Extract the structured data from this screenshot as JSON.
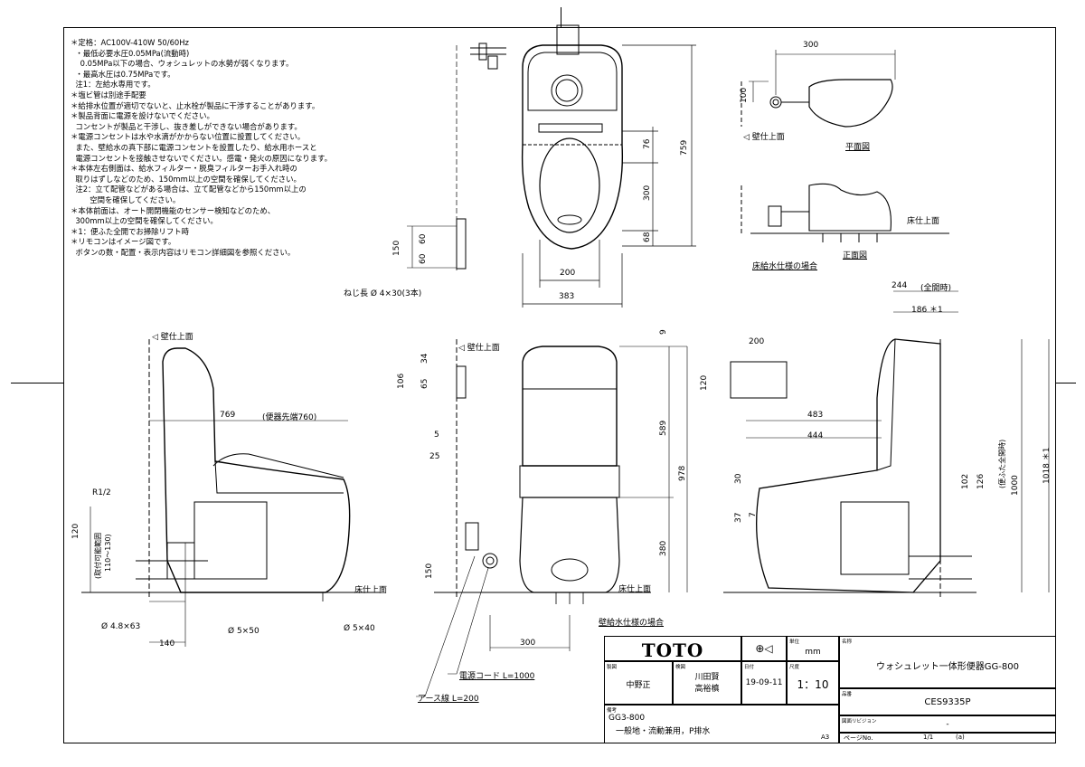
{
  "notes": [
    "＊定格：AC100V-410W 50/60Hz",
    "  ・最低必要水圧0.05MPa(流動時)",
    "    0.05MPa以下の場合、ウォシュレットの水勢が弱くなります。",
    "  ・最高水圧は0.75MPaです。",
    "  注1：左給水専用です。",
    "＊塩ビ管は別途手配要",
    "＊給排水位置が適切でないと、止水栓が製品に干渉することがあります。",
    "＊製品背面に電源を設けないでください。",
    "  コンセントが製品と干渉し、抜き差しができない場合があります。",
    "＊電源コンセントは水や水滴がかからない位置に設置してください。",
    "  また、壁給水の真下部に電源コンセントを設置したり、給水用ホースと",
    "  電源コンセントを接触させないでください。感電・発火の原因になります。",
    "＊本体左右側面は、給水フィルター・脱臭フィルターお手入れ時の",
    "  取りはずしなどのため、150mm以上の空間を確保してください。",
    "  注2：立て配管などがある場合は、立て配管などから150mm以上の",
    "        空間を確保してください。",
    "＊本体前面は、オート開閉機能のセンサー検知などのため、",
    "  300mm以上の空間を確保してください。",
    "＊1：便ふた全開でお掃除リフト時",
    "＊リモコンはイメージ図です。",
    "  ボタンの数・配置・表示内容はリモコン詳細図を参照ください。"
  ],
  "labels": {
    "wall_top_1": "◁ 壁仕上面",
    "wall_top_2": "◁ 壁仕上面",
    "wall_top_3": "◁ 壁仕上面",
    "floor_top_1": "床仕上面",
    "floor_top_2": "床仕上面",
    "floor_top_3": "床仕上面",
    "plan_view": "平面図",
    "front_view": "正面図",
    "floor_supply": "床給水仕様の場合",
    "wall_supply": "壁給水仕様の場合",
    "screw": "ねじ長  Ø 4×30(3本)",
    "power_cord": "電源コード L=1000",
    "earth_wire": "アース線 L=200",
    "r12": "R1/2",
    "install_range": "(取付可能範囲",
    "install_range2": "110〜130)",
    "d48": "Ø 4.8×63",
    "d5x50": "Ø 5×50",
    "d5x40": "Ø 5×40",
    "seat_tip": "(便器先端760)",
    "lid_open": "(便ふた全開時)",
    "full_open": "(全開時)"
  },
  "dims": {
    "d300_top": "300",
    "d100": "100",
    "d759": "759",
    "d76": "76",
    "d300_mid": "300",
    "d68": "68",
    "d200_bottom": "200",
    "d383": "383",
    "d150_left": "150",
    "d60a": "60",
    "d60b": "60",
    "d769": "769",
    "d120_left": "120",
    "d140": "140",
    "d9": "9",
    "d34": "34",
    "d106": "106",
    "d65": "65",
    "d5": "5",
    "d25": "25",
    "d589": "589",
    "d978": "978",
    "d380": "380",
    "d150_front": "150",
    "d300_front": "300",
    "d244": "244",
    "d186": "186 ＊1",
    "d200_remote": "200",
    "d120_remote": "120",
    "d483": "483",
    "d444": "444",
    "d30": "30",
    "d37": "37",
    "d7": "7",
    "d102": "102",
    "d126": "126",
    "d1000": "1000",
    "d1018": "1018 ＊1"
  },
  "title_block": {
    "logo": "TOTO",
    "unit_cap": "単位",
    "unit": "mm",
    "name_cap": "名称",
    "name": "ウォシュレット一体形便器GG-800",
    "drawn_cap": "製図",
    "drawn": "中野正",
    "checked_cap": "検図",
    "checked1": "川田賢",
    "checked2": "高裕槙",
    "date_cap": "日付",
    "date": "19-09-11",
    "scale_cap": "尺度",
    "scale": "1：10",
    "model_cap": "品番",
    "model": "CES9335P",
    "remark_cap": "備考",
    "remark1": "GG3-800",
    "remark2": "一般地・流動兼用，P排水",
    "rev_cap": "図面リビジョン",
    "rev": "-",
    "paper": "A3",
    "page_cap": "ページNo.",
    "page": "1/1",
    "sheet": "(a)"
  }
}
